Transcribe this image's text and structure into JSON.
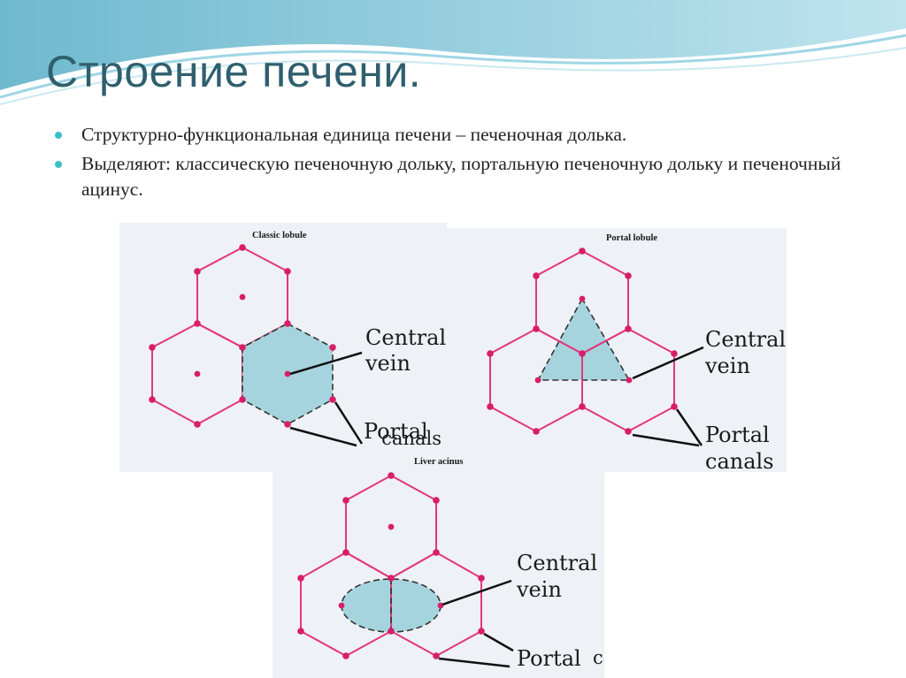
{
  "slide": {
    "title": "Строение печени.",
    "bullets": [
      "Структурно-функциональная единица печени – печеночная долька.",
      "Выделяют: классическую печеночную дольку, портальную печеночную дольку и печеночный ацинус."
    ]
  },
  "diagrams": {
    "classic": {
      "caption": "Classic lobule",
      "central": "Central",
      "vein": "vein",
      "portal": "Portal",
      "canals": "canals"
    },
    "portal": {
      "caption": "Portal lobule",
      "central": "Central",
      "vein": "vein",
      "portal": "Portal",
      "canals": "canals"
    },
    "acinus": {
      "caption": "Liver acinus",
      "central": "Central",
      "vein": "vein",
      "portal": "Portal",
      "canals": "canals"
    }
  },
  "colors": {
    "title": "#2f5f6e",
    "bullet": "#3cc0c8",
    "hex_line": "#e2387a",
    "node": "#d81e6a",
    "fill": "#a6d4de",
    "panel_bg": "#eef1f6",
    "wave": "#7fc7d9"
  }
}
